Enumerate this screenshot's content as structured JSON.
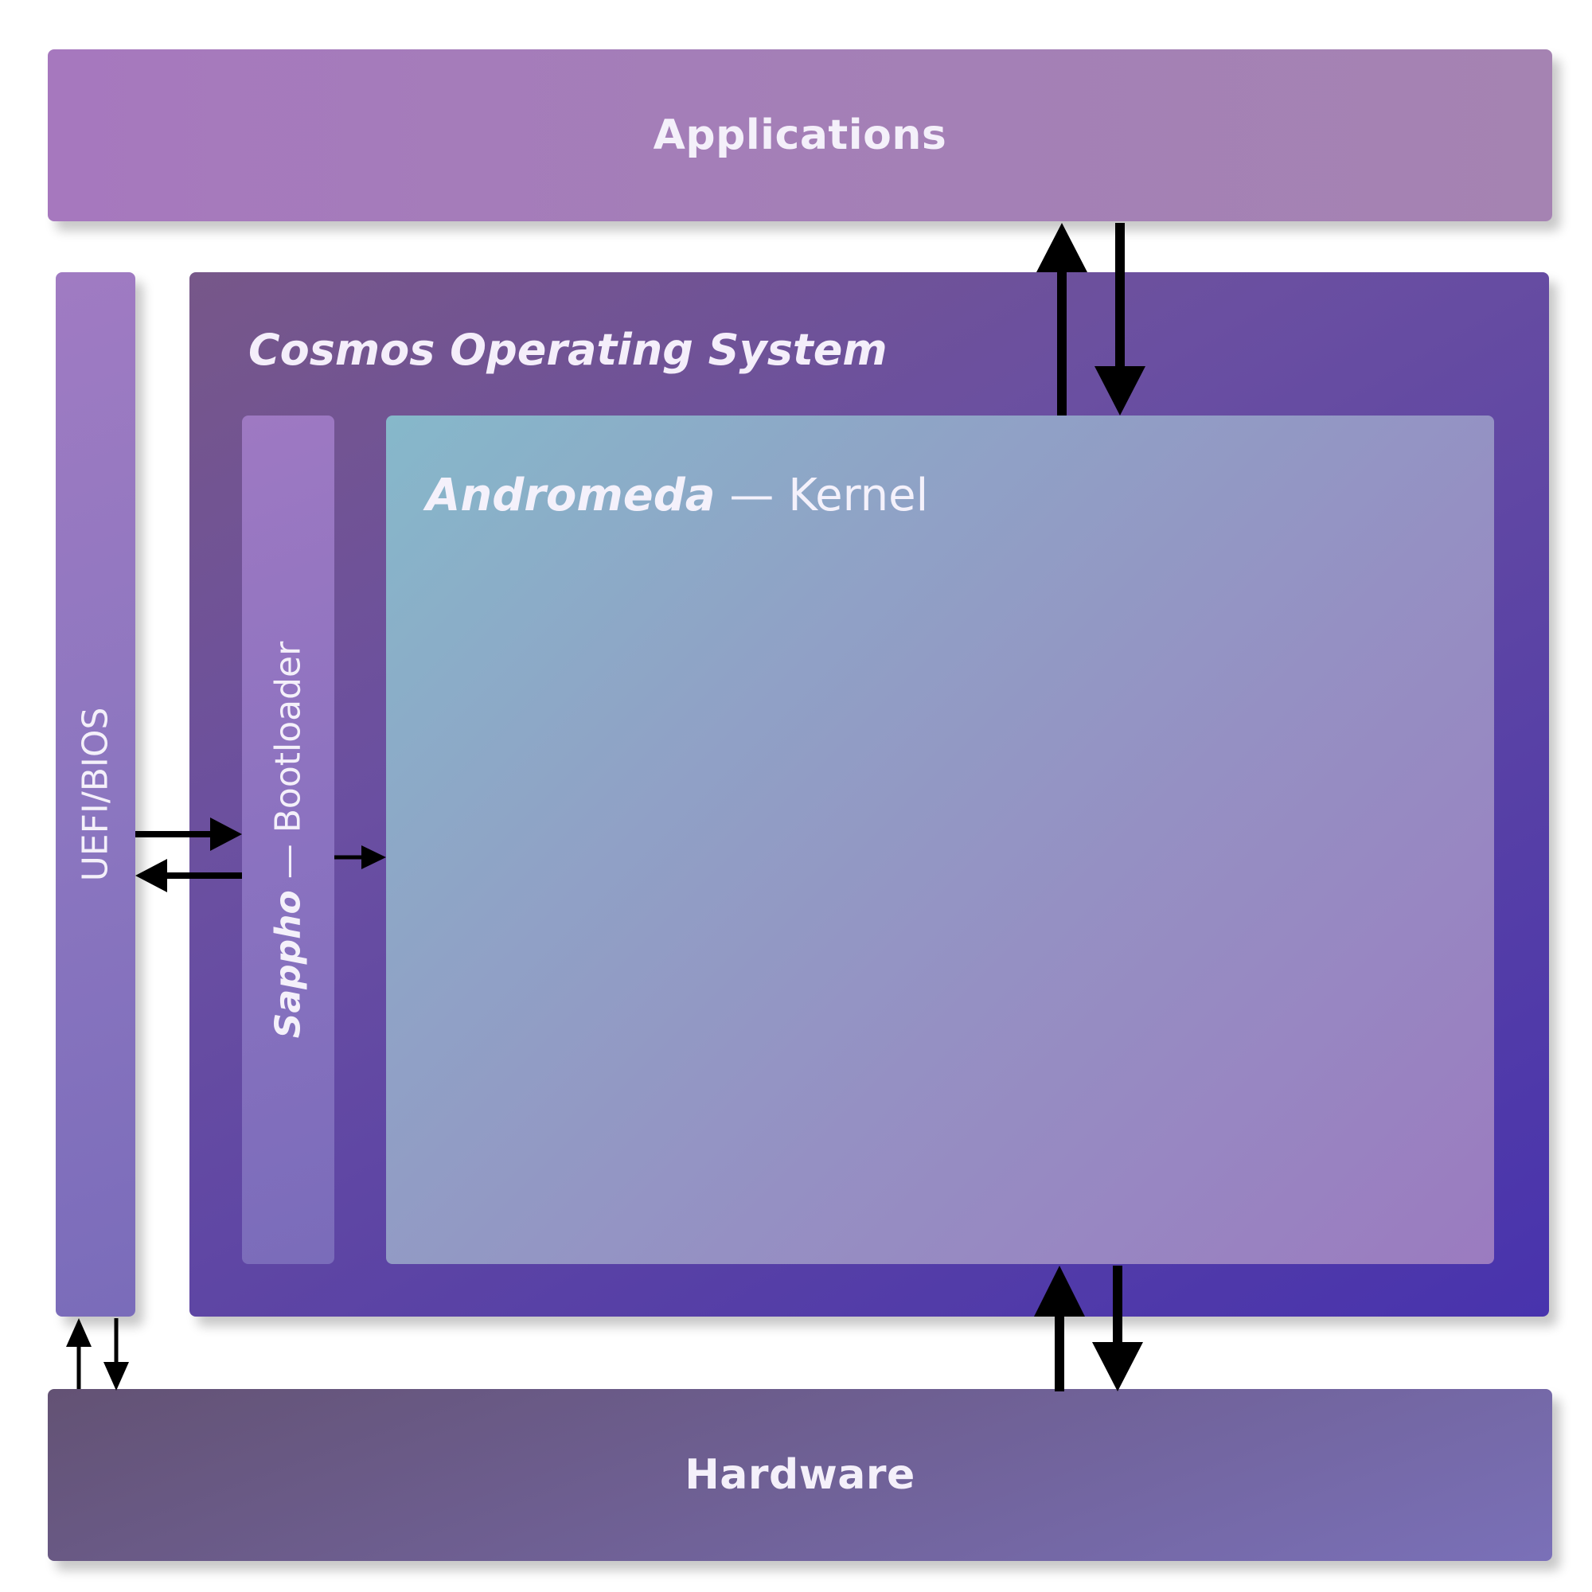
{
  "diagram": {
    "applications": {
      "label": "Applications"
    },
    "hardware": {
      "label": "Hardware"
    },
    "firmware": {
      "label": "UEFI/BIOS"
    },
    "operating_system": {
      "label": "Cosmos Operating System"
    },
    "bootloader": {
      "name": "Sappho",
      "separator": " — ",
      "role": "Bootloader"
    },
    "kernel": {
      "name": "Andromeda",
      "separator": " — ",
      "role": "Kernel"
    }
  },
  "colors": {
    "applications": "#a47fb7",
    "hardware": "#6e5f92",
    "firmware": "#8c76c0",
    "operating_system": "#5a44a4",
    "bootloader": "#8b72c0",
    "kernel": "#9590c3",
    "arrows": "#000000",
    "label_text": "#f4f0fa"
  }
}
